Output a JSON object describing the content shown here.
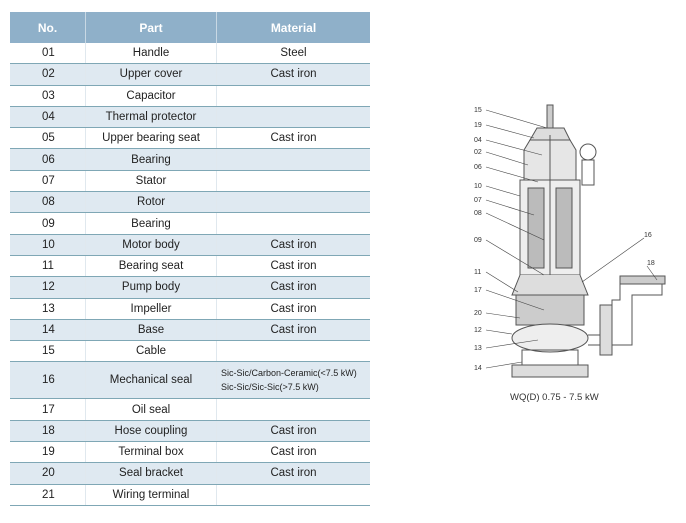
{
  "table": {
    "headers": [
      "No.",
      "Part",
      "Material"
    ],
    "rows": [
      {
        "no": "01",
        "part": "Handle",
        "material": "Steel"
      },
      {
        "no": "02",
        "part": "Upper cover",
        "material": "Cast iron"
      },
      {
        "no": "03",
        "part": "Capacitor",
        "material": ""
      },
      {
        "no": "04",
        "part": "Thermal protector",
        "material": ""
      },
      {
        "no": "05",
        "part": "Upper bearing seat",
        "material": "Cast iron"
      },
      {
        "no": "06",
        "part": "Bearing",
        "material": ""
      },
      {
        "no": "07",
        "part": "Stator",
        "material": ""
      },
      {
        "no": "08",
        "part": "Rotor",
        "material": ""
      },
      {
        "no": "09",
        "part": "Bearing",
        "material": ""
      },
      {
        "no": "10",
        "part": "Motor body",
        "material": "Cast iron"
      },
      {
        "no": "11",
        "part": "Bearing seat",
        "material": "Cast iron"
      },
      {
        "no": "12",
        "part": "Pump body",
        "material": "Cast iron"
      },
      {
        "no": "13",
        "part": "Impeller",
        "material": "Cast iron"
      },
      {
        "no": "14",
        "part": "Base",
        "material": "Cast iron"
      },
      {
        "no": "15",
        "part": "Cable",
        "material": ""
      },
      {
        "no": "16",
        "part": "Mechanical seal",
        "material": "Sic-Sic/Carbon-Ceramic(<7.5 kW)",
        "material2": "Sic-Sic/Sic-Sic(>7.5 kW)"
      },
      {
        "no": "17",
        "part": "Oil seal",
        "material": ""
      },
      {
        "no": "18",
        "part": "Hose coupling",
        "material": "Cast iron"
      },
      {
        "no": "19",
        "part": "Terminal box",
        "material": "Cast iron"
      },
      {
        "no": "20",
        "part": "Seal bracket",
        "material": "Cast iron"
      },
      {
        "no": "21",
        "part": "Wiring terminal",
        "material": ""
      }
    ]
  },
  "diagram": {
    "labels_left": [
      "15",
      "19",
      "04",
      "02",
      "06",
      "10",
      "07",
      "08",
      "09",
      "11",
      "17",
      "20",
      "12",
      "13",
      "14"
    ],
    "labels_right": [
      "16",
      "18"
    ],
    "caption": "WQ(D) 0.75 - 7.5 kW"
  }
}
